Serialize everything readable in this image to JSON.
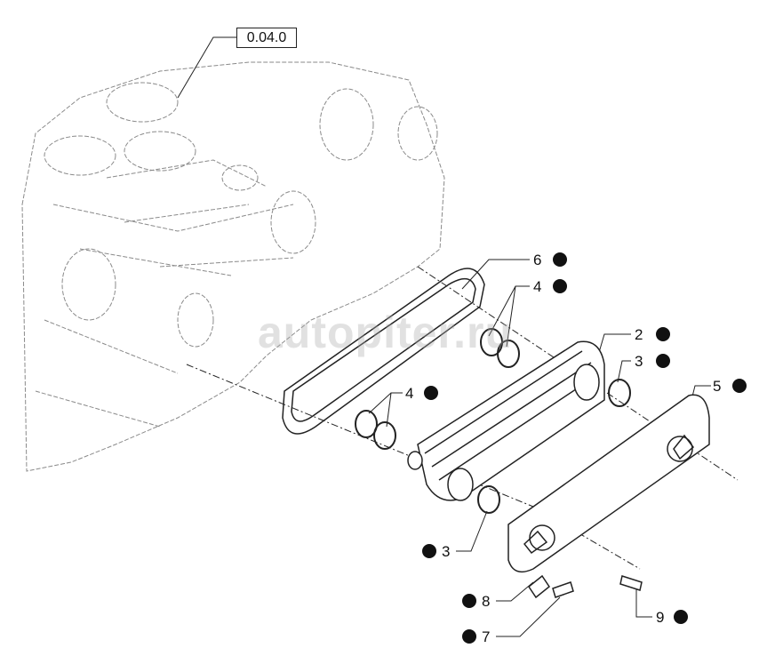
{
  "reference": "0.04.0",
  "watermark": "autopiter.ru",
  "callouts": [
    {
      "id": "c6",
      "number": "6"
    },
    {
      "id": "c4a",
      "number": "4"
    },
    {
      "id": "c2",
      "number": "2"
    },
    {
      "id": "c3a",
      "number": "3"
    },
    {
      "id": "c4b",
      "number": "4"
    },
    {
      "id": "c5",
      "number": "5"
    },
    {
      "id": "c3b",
      "number": "3"
    },
    {
      "id": "c8",
      "number": "8"
    },
    {
      "id": "c9",
      "number": "9"
    },
    {
      "id": "c7",
      "number": "7"
    }
  ],
  "colors": {
    "line": "#222222",
    "engine": "#8a8a8a",
    "dot": "#111111"
  }
}
